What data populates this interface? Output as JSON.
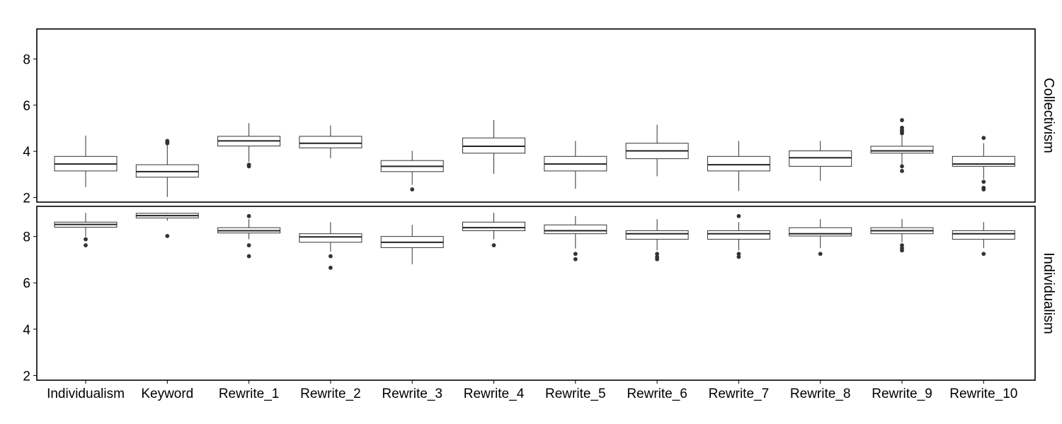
{
  "chart_data": {
    "type": "boxplot",
    "categories": [
      "Individualism",
      "Keyword",
      "Rewrite_1",
      "Rewrite_2",
      "Rewrite_3",
      "Rewrite_4",
      "Rewrite_5",
      "Rewrite_6",
      "Rewrite_7",
      "Rewrite_8",
      "Rewrite_9",
      "Rewrite_10"
    ],
    "ylim": [
      1.8,
      9.3
    ],
    "yticks": [
      "2",
      "4",
      "6",
      "8"
    ],
    "grid": false,
    "facets": [
      {
        "label": "Collectivism",
        "boxes": [
          {
            "min": 2.45,
            "q1": 3.15,
            "median": 3.45,
            "q3": 3.78,
            "max": 4.68,
            "outliers": []
          },
          {
            "min": 2.02,
            "q1": 2.88,
            "median": 3.12,
            "q3": 3.42,
            "max": 4.3,
            "outliers": [
              4.35,
              4.4,
              4.45
            ]
          },
          {
            "min": 3.55,
            "q1": 4.23,
            "median": 4.45,
            "q3": 4.65,
            "max": 5.22,
            "outliers": [
              3.35,
              3.42
            ]
          },
          {
            "min": 3.7,
            "q1": 4.15,
            "median": 4.35,
            "q3": 4.65,
            "max": 5.12,
            "outliers": []
          },
          {
            "min": 2.55,
            "q1": 3.12,
            "median": 3.35,
            "q3": 3.6,
            "max": 4.02,
            "outliers": [
              2.35
            ]
          },
          {
            "min": 3.02,
            "q1": 3.92,
            "median": 4.22,
            "q3": 4.58,
            "max": 5.35,
            "outliers": []
          },
          {
            "min": 2.38,
            "q1": 3.15,
            "median": 3.45,
            "q3": 3.78,
            "max": 4.45,
            "outliers": []
          },
          {
            "min": 2.92,
            "q1": 3.68,
            "median": 4.02,
            "q3": 4.35,
            "max": 5.15,
            "outliers": []
          },
          {
            "min": 2.28,
            "q1": 3.15,
            "median": 3.42,
            "q3": 3.78,
            "max": 4.45,
            "outliers": []
          },
          {
            "min": 2.72,
            "q1": 3.35,
            "median": 3.72,
            "q3": 4.02,
            "max": 4.45,
            "outliers": []
          },
          {
            "min": 3.42,
            "q1": 3.92,
            "median": 4.02,
            "q3": 4.22,
            "max": 4.68,
            "outliers": [
              3.15,
              3.35,
              4.78,
              4.85,
              4.92,
              5.02,
              5.35
            ]
          },
          {
            "min": 2.8,
            "q1": 3.35,
            "median": 3.45,
            "q3": 3.78,
            "max": 4.35,
            "outliers": [
              2.35,
              2.42,
              2.68,
              4.58
            ]
          }
        ]
      },
      {
        "label": "Individualism",
        "boxes": [
          {
            "min": 8.0,
            "q1": 8.4,
            "median": 8.52,
            "q3": 8.62,
            "max": 9.02,
            "outliers": [
              7.62,
              7.88
            ]
          },
          {
            "min": 8.68,
            "q1": 8.8,
            "median": 8.9,
            "q3": 9.0,
            "max": 9.02,
            "outliers": [
              8.02
            ]
          },
          {
            "min": 7.88,
            "q1": 8.15,
            "median": 8.25,
            "q3": 8.38,
            "max": 8.75,
            "outliers": [
              7.15,
              7.62,
              8.88
            ]
          },
          {
            "min": 7.35,
            "q1": 7.75,
            "median": 7.98,
            "q3": 8.12,
            "max": 8.62,
            "outliers": [
              6.65,
              7.15
            ]
          },
          {
            "min": 6.8,
            "q1": 7.52,
            "median": 7.75,
            "q3": 8.0,
            "max": 8.5,
            "outliers": []
          },
          {
            "min": 7.88,
            "q1": 8.25,
            "median": 8.38,
            "q3": 8.62,
            "max": 9.02,
            "outliers": [
              7.62
            ]
          },
          {
            "min": 7.48,
            "q1": 8.12,
            "median": 8.25,
            "q3": 8.5,
            "max": 8.88,
            "outliers": [
              7.02,
              7.25
            ]
          },
          {
            "min": 7.4,
            "q1": 7.88,
            "median": 8.12,
            "q3": 8.25,
            "max": 8.75,
            "outliers": [
              7.02,
              7.12,
              7.25
            ]
          },
          {
            "min": 7.4,
            "q1": 7.88,
            "median": 8.12,
            "q3": 8.25,
            "max": 8.62,
            "outliers": [
              7.12,
              7.25,
              8.88
            ]
          },
          {
            "min": 7.5,
            "q1": 8.02,
            "median": 8.12,
            "q3": 8.38,
            "max": 8.75,
            "outliers": [
              7.25
            ]
          },
          {
            "min": 7.75,
            "q1": 8.12,
            "median": 8.25,
            "q3": 8.38,
            "max": 8.75,
            "outliers": [
              7.4,
              7.5,
              7.62
            ]
          },
          {
            "min": 7.5,
            "q1": 7.88,
            "median": 8.12,
            "q3": 8.25,
            "max": 8.62,
            "outliers": [
              7.25
            ]
          }
        ]
      }
    ]
  }
}
